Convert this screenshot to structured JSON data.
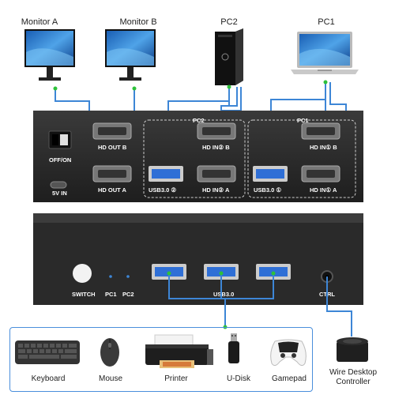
{
  "devices_top": {
    "monitor_a": "Monitor A",
    "monitor_b": "Monitor B",
    "pc2": "PC2",
    "pc1": "PC1"
  },
  "back_panel": {
    "power_switch": "OFF/ON",
    "power_in": "5V IN",
    "hd_out_b": "HD OUT B",
    "hd_out_a": "HD OUT A",
    "group_pc2": "PC2",
    "group_pc1": "PC1",
    "usb_pc2": "USB3.0 ②",
    "usb_pc1": "USB3.0 ①",
    "hd_in2_b": "HD IN② B",
    "hd_in2_a": "HD IN② A",
    "hd_in1_b": "HD IN① B",
    "hd_in1_a": "HD IN① A"
  },
  "front_panel": {
    "switch": "SWITCH",
    "pc1": "PC1",
    "pc2": "PC2",
    "usb": "USB3.0",
    "ctrl": "CTRL"
  },
  "peripherals": {
    "keyboard": "Keyboard",
    "mouse": "Mouse",
    "printer": "Printer",
    "udisk": "U-Disk",
    "gamepad": "Gamepad",
    "controller_line1": "Wire Desktop",
    "controller_line2": "Controller"
  },
  "colors": {
    "cable": "#3d86d6",
    "panel": "#2b2b2b",
    "usb_blue": "#2f6fd6",
    "box_border": "#4a8fdc"
  }
}
